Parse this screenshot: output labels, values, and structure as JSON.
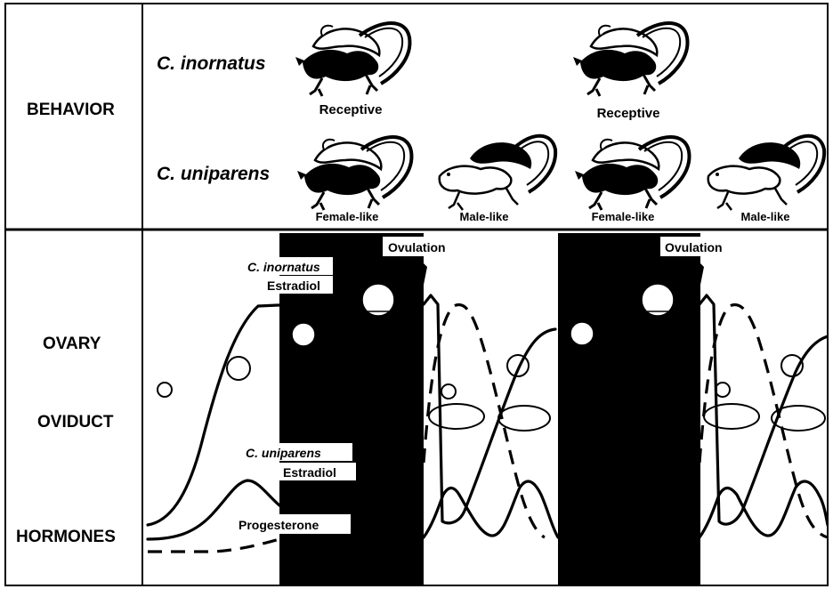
{
  "rows": {
    "behavior": "BEHAVIOR",
    "ovary": "OVARY",
    "oviduct": "OVIDUCT",
    "hormones": "HORMONES"
  },
  "species": {
    "inornatus": "C. inornatus",
    "uniparens": "C. uniparens"
  },
  "captions": {
    "receptive": "Receptive",
    "female_like": "Female-like",
    "male_like": "Male-like"
  },
  "plot_labels": {
    "ovulation": "Ovulation",
    "inornatus_species": "C. inornatus",
    "inornatus_hormone": "Estradiol",
    "uniparens_species": "C. uniparens",
    "uniparens_hormone": "Estradiol",
    "progesterone": "Progesterone"
  },
  "colors": {
    "ink": "#000000",
    "paper": "#ffffff"
  }
}
